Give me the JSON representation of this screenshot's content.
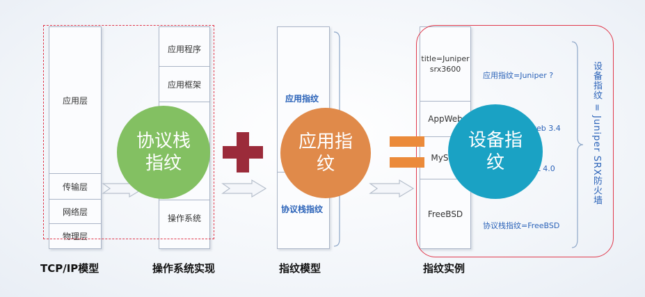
{
  "tcpip": {
    "layers": [
      "应用层",
      "传输层",
      "网络层",
      "物理层"
    ],
    "caption": "TCP/IP模型"
  },
  "os": {
    "layers": [
      "应用程序",
      "应用框架",
      "操作系统"
    ],
    "caption": "操作系统实现"
  },
  "fingerprint_model": {
    "app_fp": "应用指纹",
    "proto_fp": "协议栈指纹",
    "caption": "指纹模型"
  },
  "instance": {
    "cells": [
      "title=Juniper\nsrx3600",
      "AppWeb",
      "MySQL",
      "FreeBSD"
    ],
    "annotations": [
      "应用指纹=Juniper ?",
      "web 3.4",
      "QL 4.0",
      "协议栈指纹=FreeBSD"
    ],
    "result": "设备指纹 = Juniper SRX防火墙",
    "caption": "指纹实例"
  },
  "circles": {
    "protocol_stack": "协议栈\n指纹",
    "application": "应用指\n纹",
    "device": "设备指\n纹"
  },
  "colors": {
    "green": "#83c062",
    "orange": "#e08a4a",
    "teal": "#1aa2c4",
    "plus": "#9b2b3a",
    "equals": "#eb8a3a",
    "red_outline": "#e0374a",
    "blue_text": "#2a62b8"
  }
}
